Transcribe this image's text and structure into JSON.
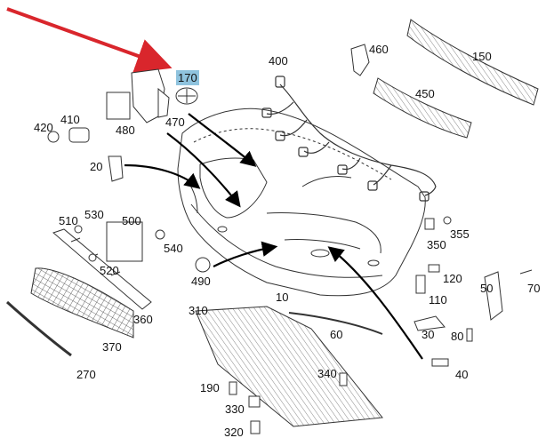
{
  "diagram": {
    "highlight_color": "#8fc3de",
    "arrow_color": "#d9262c",
    "parts": [
      {
        "id": "p10",
        "label": "10"
      },
      {
        "id": "p20",
        "label": "20"
      },
      {
        "id": "p30",
        "label": "30"
      },
      {
        "id": "p40",
        "label": "40"
      },
      {
        "id": "p50",
        "label": "50"
      },
      {
        "id": "p60",
        "label": "60"
      },
      {
        "id": "p70",
        "label": "70"
      },
      {
        "id": "p80",
        "label": "80"
      },
      {
        "id": "p110",
        "label": "110"
      },
      {
        "id": "p120",
        "label": "120"
      },
      {
        "id": "p150",
        "label": "150"
      },
      {
        "id": "p170",
        "label": "170",
        "highlighted": true
      },
      {
        "id": "p190",
        "label": "190"
      },
      {
        "id": "p270",
        "label": "270"
      },
      {
        "id": "p310",
        "label": "310"
      },
      {
        "id": "p320",
        "label": "320"
      },
      {
        "id": "p330",
        "label": "330"
      },
      {
        "id": "p340",
        "label": "340"
      },
      {
        "id": "p350",
        "label": "350"
      },
      {
        "id": "p355",
        "label": "355"
      },
      {
        "id": "p360",
        "label": "360"
      },
      {
        "id": "p370",
        "label": "370"
      },
      {
        "id": "p400",
        "label": "400"
      },
      {
        "id": "p410",
        "label": "410"
      },
      {
        "id": "p420",
        "label": "420"
      },
      {
        "id": "p450",
        "label": "450"
      },
      {
        "id": "p460",
        "label": "460"
      },
      {
        "id": "p470",
        "label": "470"
      },
      {
        "id": "p480",
        "label": "480"
      },
      {
        "id": "p490",
        "label": "490"
      },
      {
        "id": "p500",
        "label": "500"
      },
      {
        "id": "p510",
        "label": "510"
      },
      {
        "id": "p520",
        "label": "520"
      },
      {
        "id": "p530",
        "label": "530"
      },
      {
        "id": "p540",
        "label": "540"
      }
    ]
  }
}
